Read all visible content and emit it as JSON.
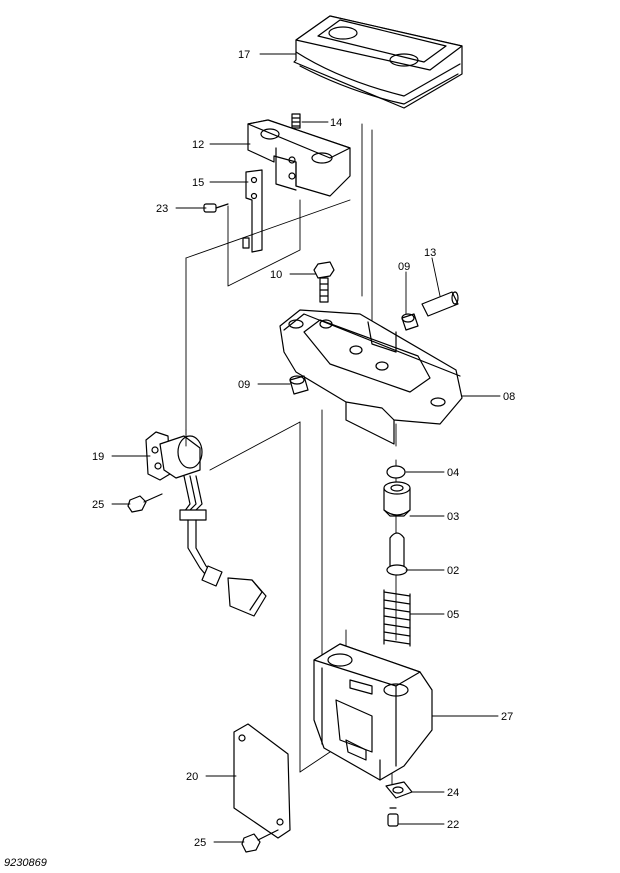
{
  "callouts": [
    {
      "id": "p17",
      "label": "17"
    },
    {
      "id": "p14",
      "label": "14"
    },
    {
      "id": "p12",
      "label": "12"
    },
    {
      "id": "p15",
      "label": "15"
    },
    {
      "id": "p23",
      "label": "23"
    },
    {
      "id": "p10",
      "label": "10"
    },
    {
      "id": "p09a",
      "label": "09"
    },
    {
      "id": "p13",
      "label": "13"
    },
    {
      "id": "p09b",
      "label": "09"
    },
    {
      "id": "p08",
      "label": "08"
    },
    {
      "id": "p19",
      "label": "19"
    },
    {
      "id": "p04",
      "label": "04"
    },
    {
      "id": "p03",
      "label": "03"
    },
    {
      "id": "p25a",
      "label": "25"
    },
    {
      "id": "p02",
      "label": "02"
    },
    {
      "id": "p05",
      "label": "05"
    },
    {
      "id": "p27",
      "label": "27"
    },
    {
      "id": "p20",
      "label": "20"
    },
    {
      "id": "p24",
      "label": "24"
    },
    {
      "id": "p22",
      "label": "22"
    },
    {
      "id": "p25b",
      "label": "25"
    }
  ],
  "figure_number": "9230869"
}
